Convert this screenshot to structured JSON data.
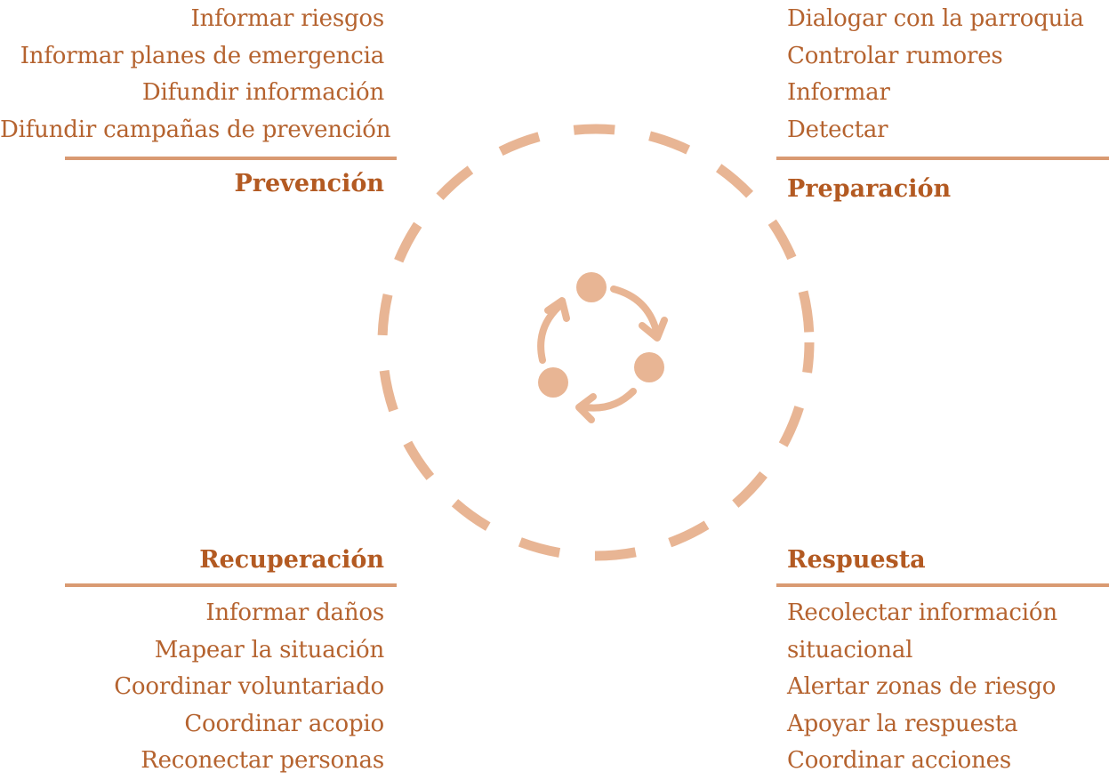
{
  "colors": {
    "heading": "#b35a22",
    "text": "#b5632f",
    "accent": "#d99a72",
    "circle": "#e8b594"
  },
  "quadrants": {
    "prevencion": {
      "title": "Prevención",
      "items": [
        "Informar riesgos",
        "Informar planes de emergencia",
        "Difundir información",
        "Difundir campañas de prevención"
      ]
    },
    "preparacion": {
      "title": "Preparación",
      "items": [
        "Dialogar con la parroquia",
        "Controlar rumores",
        "Informar",
        "Detectar"
      ]
    },
    "recuperacion": {
      "title": "Recuperación",
      "items": [
        "Informar daños",
        "Mapear la situación",
        "Coordinar voluntariado",
        "Coordinar acopio",
        "Reconectar personas"
      ]
    },
    "respuesta": {
      "title": "Respuesta",
      "items": [
        "Recolectar información",
        "situacional",
        "Alertar zonas de riesgo",
        "Apoyar la respuesta",
        "Coordinar acciones"
      ]
    }
  },
  "center": {
    "icon": "cycle-icon",
    "ring": "dashed-circle"
  }
}
